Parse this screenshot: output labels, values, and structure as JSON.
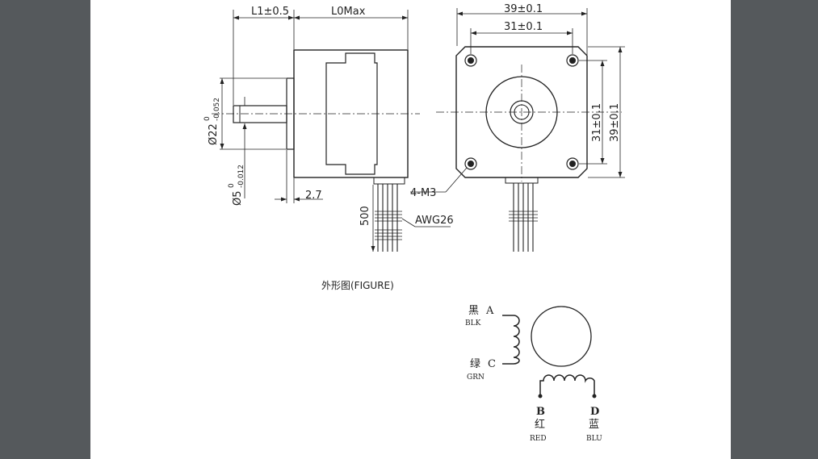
{
  "drawing": {
    "dims": {
      "l1": "L1±0.5",
      "l0": "L0Max",
      "w39_top": "39±0.1",
      "w31_top": "31±0.1",
      "h31_side": "31±0.1",
      "h39_side": "39±0.1",
      "shaft22_main": "Ø22",
      "shaft22_sup": "0",
      "shaft22_sub": "-0.052",
      "shaft5_main": "Ø5",
      "shaft5_sup": "0",
      "shaft5_sub": "-0.012",
      "flange": "2.7",
      "holes": "4-M3",
      "wire_len": "500",
      "wire_gauge": "AWG26"
    },
    "caption": "外形图(FIGURE)"
  },
  "wiring": {
    "a_cn": "黑",
    "a_letter": "A",
    "a_en": "BLK",
    "c_cn": "绿",
    "c_letter": "C",
    "c_en": "GRN",
    "b_letter": "B",
    "b_cn": "红",
    "b_en": "RED",
    "d_letter": "D",
    "d_cn": "蓝",
    "d_en": "BLU"
  }
}
